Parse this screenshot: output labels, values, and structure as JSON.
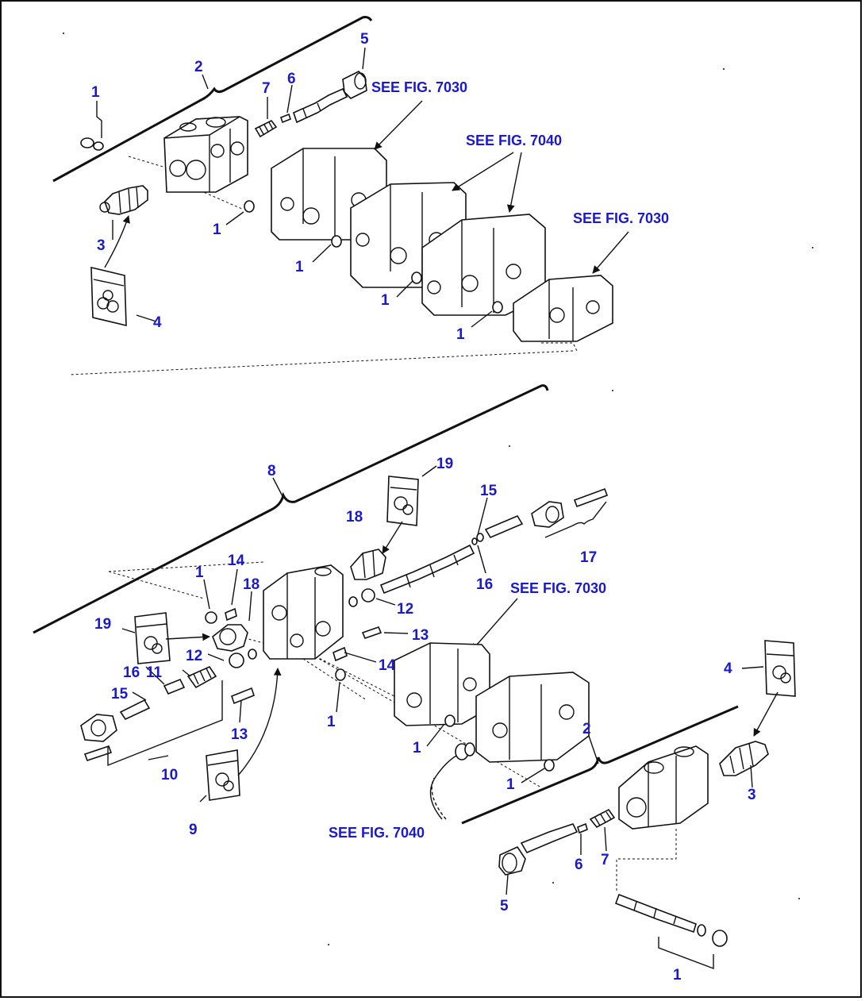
{
  "colors": {
    "label": "#1a1acc",
    "line": "#111111",
    "background": "#ffffff"
  },
  "references": {
    "top_fig_7030_a": "SEE FIG. 7030",
    "top_fig_7040": "SEE FIG. 7040",
    "top_fig_7030_b": "SEE FIG. 7030",
    "bottom_fig_7030": "SEE FIG. 7030",
    "bottom_fig_7040": "SEE FIG. 7040"
  },
  "callouts": {
    "top": {
      "c1a": "1",
      "c2": "2",
      "c3": "3",
      "c4": "4",
      "c5": "5",
      "c6": "6",
      "c7": "7",
      "c1b": "1",
      "c1c": "1",
      "c1d": "1",
      "c1e": "1"
    },
    "middle": {
      "c8": "8",
      "c19a": "19",
      "c18a": "18",
      "c15a": "15",
      "c16a": "16",
      "c17": "17",
      "c1a": "1",
      "c14a": "14",
      "c18b": "18",
      "c12a": "12",
      "c13a": "13",
      "c19b": "19",
      "c12b": "12",
      "c14b": "14",
      "c16b": "16",
      "c11": "11",
      "c15b": "15",
      "c1b": "1",
      "c13b": "13",
      "c10": "10",
      "c9": "9"
    },
    "bottom": {
      "c4": "4",
      "c2": "2",
      "c3": "3",
      "c1a": "1",
      "c1b": "1",
      "c5": "5",
      "c6": "6",
      "c7": "7",
      "c1c": "1"
    }
  }
}
